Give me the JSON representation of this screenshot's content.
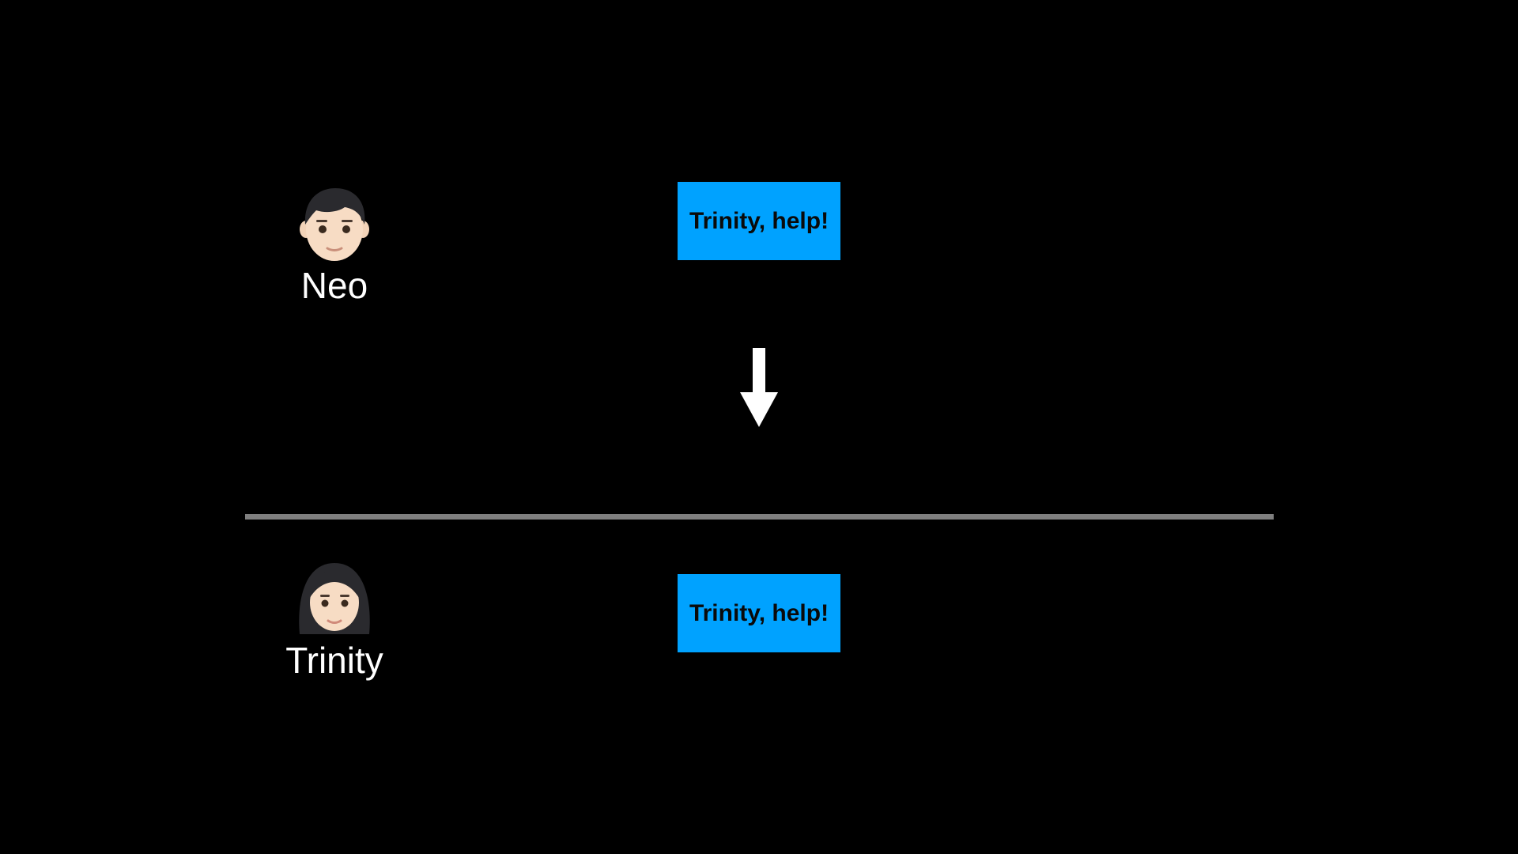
{
  "colors": {
    "background": "#000000",
    "message_fill": "#00a2ff",
    "divider": "#7f7f7f",
    "arrow": "#ffffff",
    "text": "#ffffff"
  },
  "sender": {
    "name": "Neo",
    "icon": "man-emoji-icon"
  },
  "receiver": {
    "name": "Trinity",
    "icon": "woman-emoji-icon"
  },
  "messages": {
    "sent": "Trinity, help!",
    "received": "Trinity, help!"
  },
  "arrow": {
    "icon": "arrow-down-icon"
  }
}
